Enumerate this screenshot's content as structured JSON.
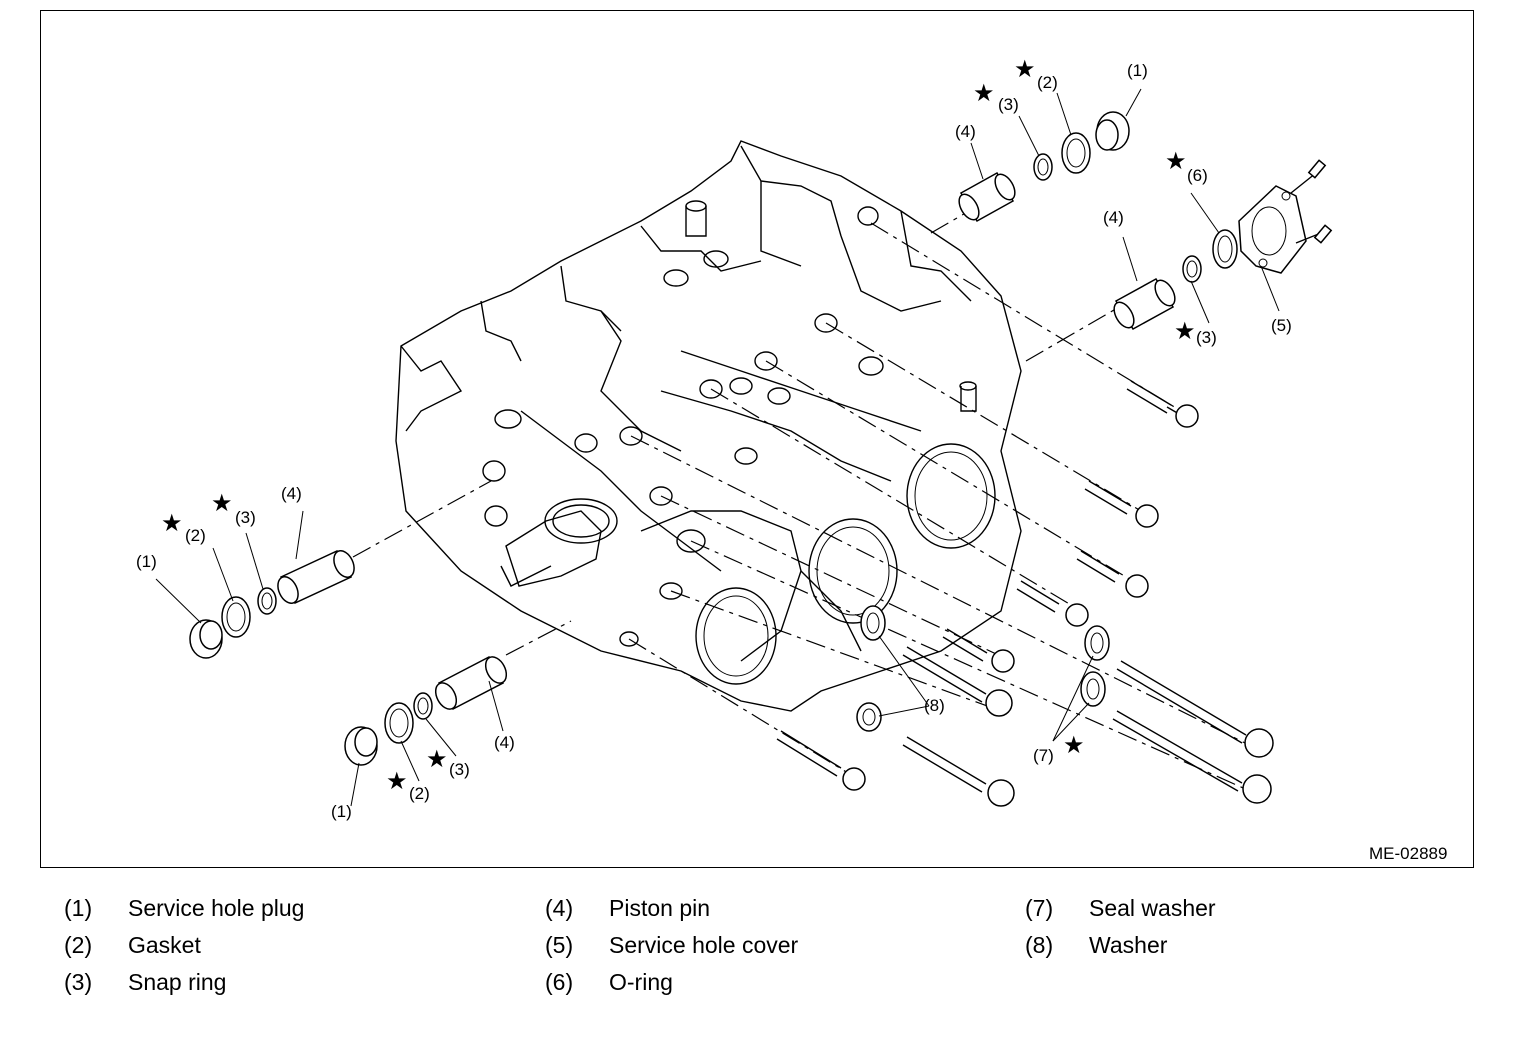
{
  "figure": {
    "code": "ME-02889",
    "callout_star": "★",
    "callouts": {
      "c1": "(1)",
      "c2": "(2)",
      "c3": "(3)",
      "c4": "(4)",
      "c5": "(5)",
      "c6": "(6)",
      "c7": "(7)",
      "c8": "(8)"
    }
  },
  "legend": [
    {
      "num": "(1)",
      "text": "Service hole plug"
    },
    {
      "num": "(2)",
      "text": "Gasket"
    },
    {
      "num": "(3)",
      "text": "Snap ring"
    },
    {
      "num": "(4)",
      "text": "Piston pin"
    },
    {
      "num": "(5)",
      "text": "Service hole cover"
    },
    {
      "num": "(6)",
      "text": "O-ring"
    },
    {
      "num": "(7)",
      "text": "Seal washer"
    },
    {
      "num": "(8)",
      "text": "Washer"
    }
  ]
}
